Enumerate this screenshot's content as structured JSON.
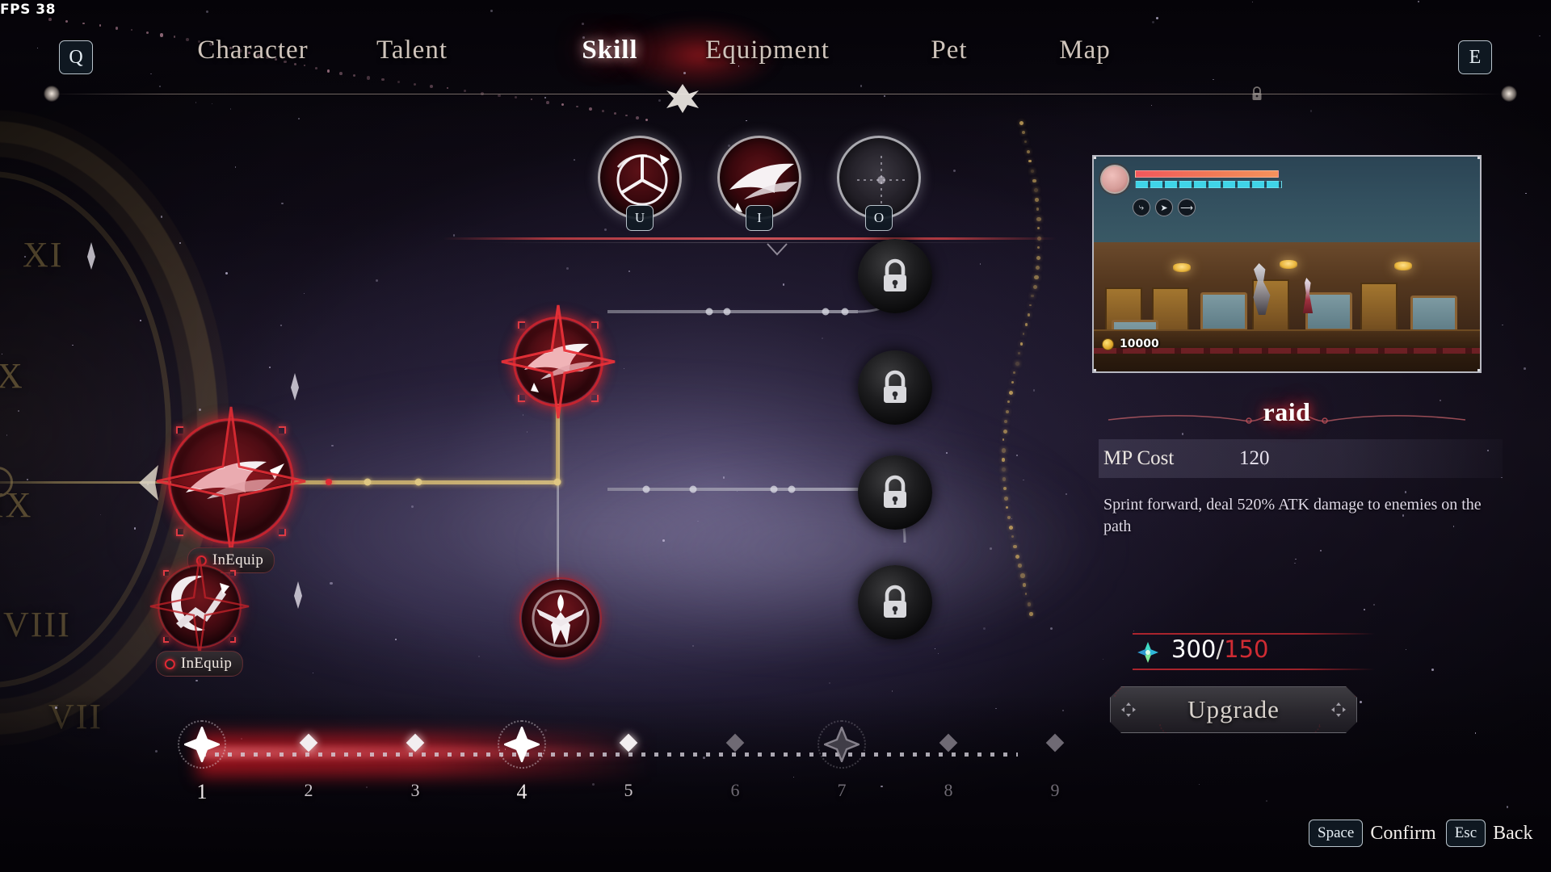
{
  "hud": {
    "fps_label": "FPS",
    "fps_value": "38"
  },
  "topbar": {
    "left_key": "Q",
    "right_key": "E",
    "tabs": [
      {
        "label": "Character",
        "active": false
      },
      {
        "label": "Talent",
        "active": false
      },
      {
        "label": "Skill",
        "active": true
      },
      {
        "label": "Equipment",
        "active": false
      },
      {
        "label": "Pet",
        "active": false
      },
      {
        "label": "Map",
        "active": false
      }
    ],
    "lock_icon": "lock-icon"
  },
  "equipped_slots": [
    {
      "key": "U",
      "state": "filled",
      "icon": "wheel-blade-skill-icon"
    },
    {
      "key": "I",
      "state": "filled",
      "icon": "dash-feather-skill-icon"
    },
    {
      "key": "O",
      "state": "empty",
      "icon": "empty-slot-icon"
    }
  ],
  "skill_tree": {
    "nodes": [
      {
        "id": "root",
        "icon": "raid-dash-icon",
        "state": "unlocked",
        "selected": false,
        "badge": "InEquip"
      },
      {
        "id": "second",
        "icon": "crescent-arc-icon",
        "state": "unlocked",
        "selected": false,
        "badge": "InEquip"
      },
      {
        "id": "branch-top",
        "icon": "dash-feather-icon",
        "state": "unlocked",
        "selected": true,
        "badge": null
      },
      {
        "id": "branch-bottom",
        "icon": "dancer-blade-icon",
        "state": "unlocked",
        "selected": false,
        "badge": null
      },
      {
        "id": "locked-1",
        "icon": "lock-icon",
        "state": "locked",
        "selected": false,
        "badge": null
      },
      {
        "id": "locked-2",
        "icon": "lock-icon",
        "state": "locked",
        "selected": false,
        "badge": null
      },
      {
        "id": "locked-3",
        "icon": "lock-icon",
        "state": "locked",
        "selected": false,
        "badge": null
      },
      {
        "id": "locked-4",
        "icon": "lock-icon",
        "state": "locked",
        "selected": false,
        "badge": null
      }
    ],
    "badge_label": "InEquip"
  },
  "detail": {
    "preview": {
      "gold_amount": "10000",
      "coin_icon": "gold-coin-icon",
      "portrait_icon": "hero-portrait-icon",
      "skill_icons": [
        "dash-icon",
        "slash-icon",
        "pierce-icon"
      ]
    },
    "skill_name": "raid",
    "stat_label": "MP Cost",
    "stat_value": "120",
    "description": "Sprint forward, deal 520% ATK damage to enemies on the path"
  },
  "upgrade": {
    "gem_icon": "upgrade-gem-icon",
    "currency_have": "300",
    "currency_separator": "/",
    "currency_cost": "150",
    "button_label": "Upgrade"
  },
  "level_track": {
    "levels": [
      {
        "label": "1",
        "style": "major",
        "state": "active"
      },
      {
        "label": "2",
        "style": "minor",
        "state": "active"
      },
      {
        "label": "3",
        "style": "minor",
        "state": "active"
      },
      {
        "label": "4",
        "style": "major",
        "state": "active"
      },
      {
        "label": "5",
        "style": "minor",
        "state": "active"
      },
      {
        "label": "6",
        "style": "minor",
        "state": "inactive"
      },
      {
        "label": "7",
        "style": "major",
        "state": "inactive"
      },
      {
        "label": "8",
        "style": "minor",
        "state": "inactive"
      },
      {
        "label": "9",
        "style": "minor",
        "state": "inactive"
      }
    ]
  },
  "footer_hints": [
    {
      "key": "Space",
      "label": "Confirm"
    },
    {
      "key": "Esc",
      "label": "Back"
    }
  ],
  "colors": {
    "accent_red": "#d6282f",
    "gold": "#cfae68",
    "panel_text": "#ece7e2",
    "cost_need_red": "#cf2b33"
  }
}
